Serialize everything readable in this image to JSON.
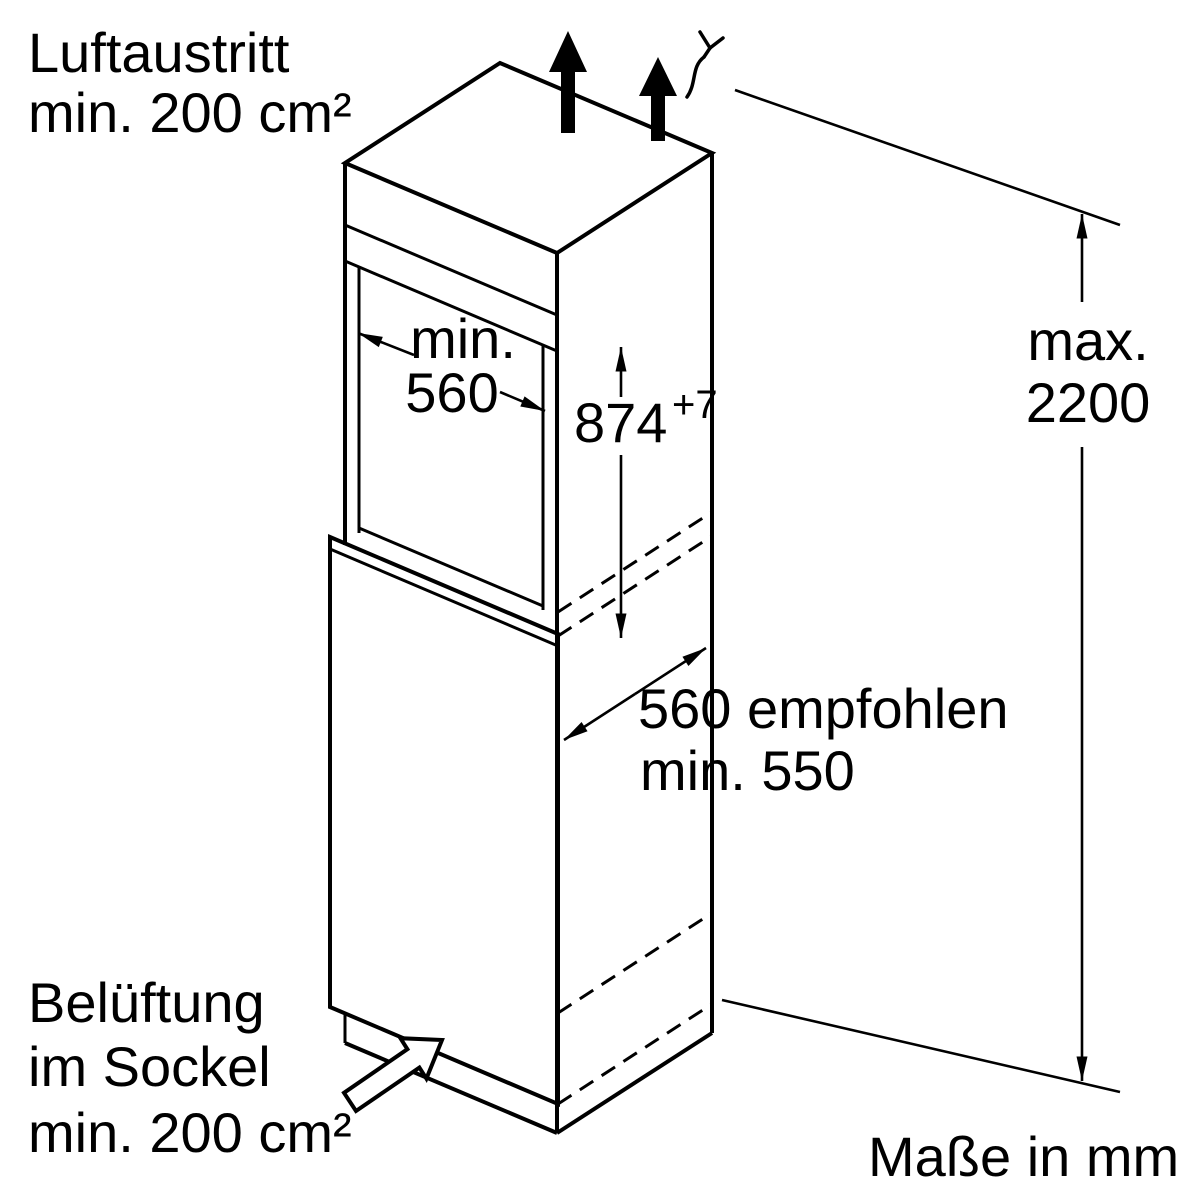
{
  "diagram": {
    "title": "Built-in appliance niche installation drawing",
    "units_note": "Maße in mm",
    "labels": {
      "air_outlet_line1": "Luftaustritt",
      "air_outlet_line2": "min. 200 cm²",
      "niche_width_line1": "min.",
      "niche_width_line2": "560",
      "niche_height_value": "874",
      "niche_height_tolerance": "+7",
      "max_height_line1": "max.",
      "max_height_line2": "2200",
      "depth_line1": "560 empfohlen",
      "depth_line2": "min. 550",
      "base_vent_line1": "Belüftung",
      "base_vent_line2": "im Sockel",
      "base_vent_line3": "min. 200 cm²"
    },
    "dimensions": {
      "niche_width_mm": "min. 560",
      "niche_height_mm": "874 +7",
      "max_cabinet_height_mm": "max. 2200",
      "depth_recommended_mm": "560",
      "depth_min_mm": "550",
      "air_outlet_area": "min. 200 cm²",
      "base_vent_area": "min. 200 cm²"
    },
    "colors": {
      "line": "#000000",
      "background": "#ffffff"
    }
  }
}
